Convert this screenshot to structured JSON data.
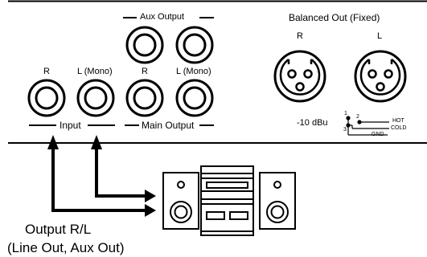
{
  "panel": {
    "aux_output_label": "Aux Output",
    "input_label": "Input",
    "main_output_label": "Main Output",
    "input_r_label": "R",
    "input_l_label": "L (Mono)",
    "main_r_label": "R",
    "main_l_label": "L (Mono)",
    "balanced_out_label": "Balanced Out (Fixed)",
    "balanced_r_label": "R",
    "balanced_l_label": "L",
    "level_label": "-10 dBu",
    "pin_labels": {
      "hot": "HOT",
      "cold": "COLD",
      "gnd": "GND",
      "pin1": "1",
      "pin2": "2",
      "pin3": "3"
    }
  },
  "caption": {
    "line1": "Output R/L",
    "line2": "(Line Out, Aux Out)"
  },
  "icons": [
    "jack-icon",
    "xlr-connector-icon",
    "stereo-system-icon",
    "arrow-icon"
  ]
}
